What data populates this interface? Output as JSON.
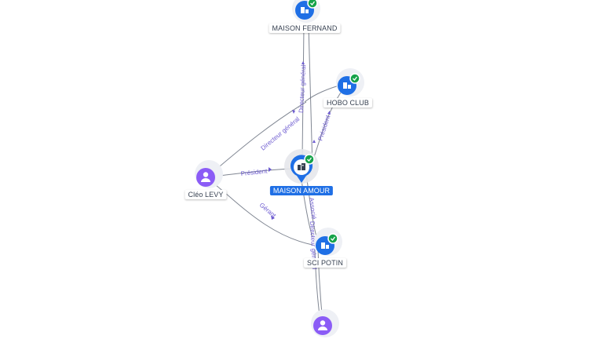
{
  "colors": {
    "company": "#1f6fe5",
    "person": "#8b5cf6",
    "check": "#16a34a",
    "edge_label": "#6d5bd0",
    "edge": "#6b7280"
  },
  "nodes": {
    "maison_fernand": {
      "label": "MAISON FERNAND",
      "type": "company",
      "icon": "building-icon",
      "verified": true
    },
    "hobo_club": {
      "label": "HOBO CLUB",
      "type": "company",
      "icon": "building-icon",
      "verified": true
    },
    "maison_amour": {
      "label": "MAISON AMOUR",
      "type": "company",
      "icon": "building-icon",
      "verified": true,
      "selected": true
    },
    "sci_potin": {
      "label": "SCI POTIN",
      "type": "company",
      "icon": "building-icon",
      "verified": true
    },
    "cleo_levy": {
      "label": "Cléo LEVY",
      "type": "person",
      "icon": "person-icon"
    },
    "bottom_person": {
      "label": "",
      "type": "person",
      "icon": "person-icon"
    }
  },
  "edges": {
    "levy_fernand": "Directeur général",
    "levy_amour": "Président",
    "levy_potin": "Gérant",
    "amour_fernand": "Directeur général",
    "amour_hobo": "Président",
    "amour_potin": "Associé",
    "potin_bottom": "Directeur général"
  }
}
